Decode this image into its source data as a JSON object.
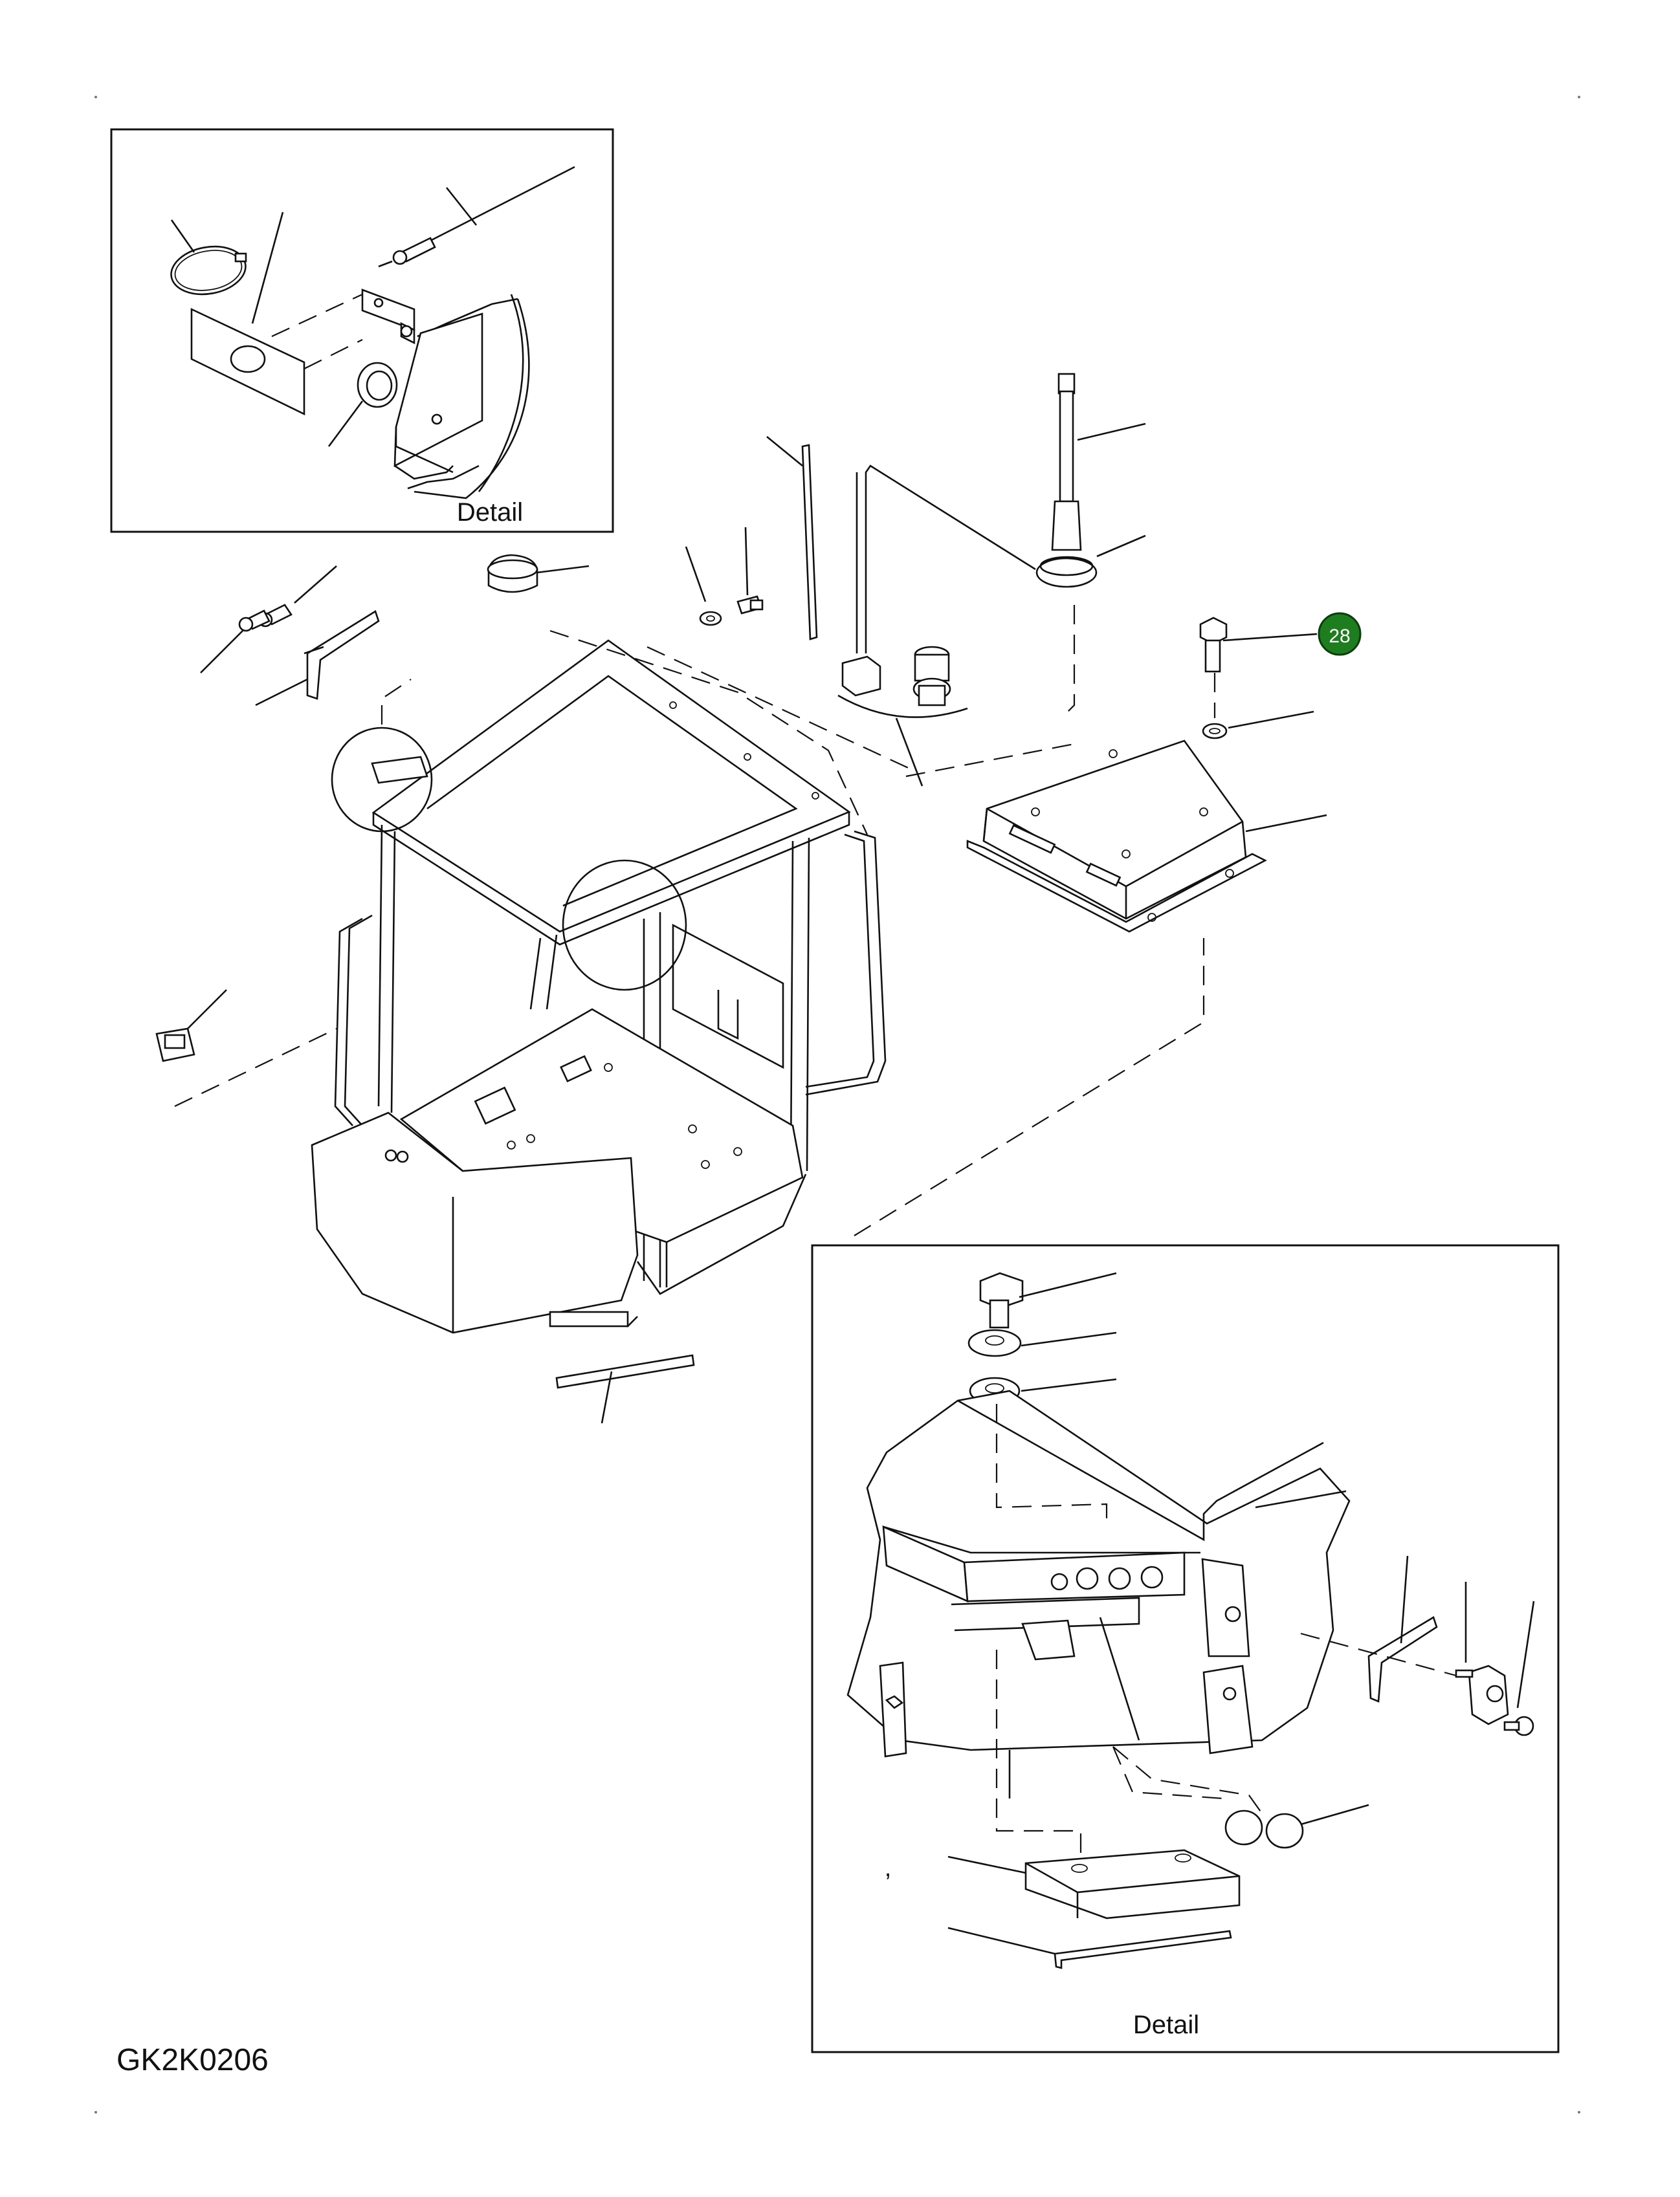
{
  "drawing_code": "GK2K0206",
  "detail_top_label": "Detail",
  "detail_bottom_label": "Detail",
  "callout_badge": {
    "number": "28",
    "color": "#1e7d1e"
  },
  "stray_mark": ","
}
